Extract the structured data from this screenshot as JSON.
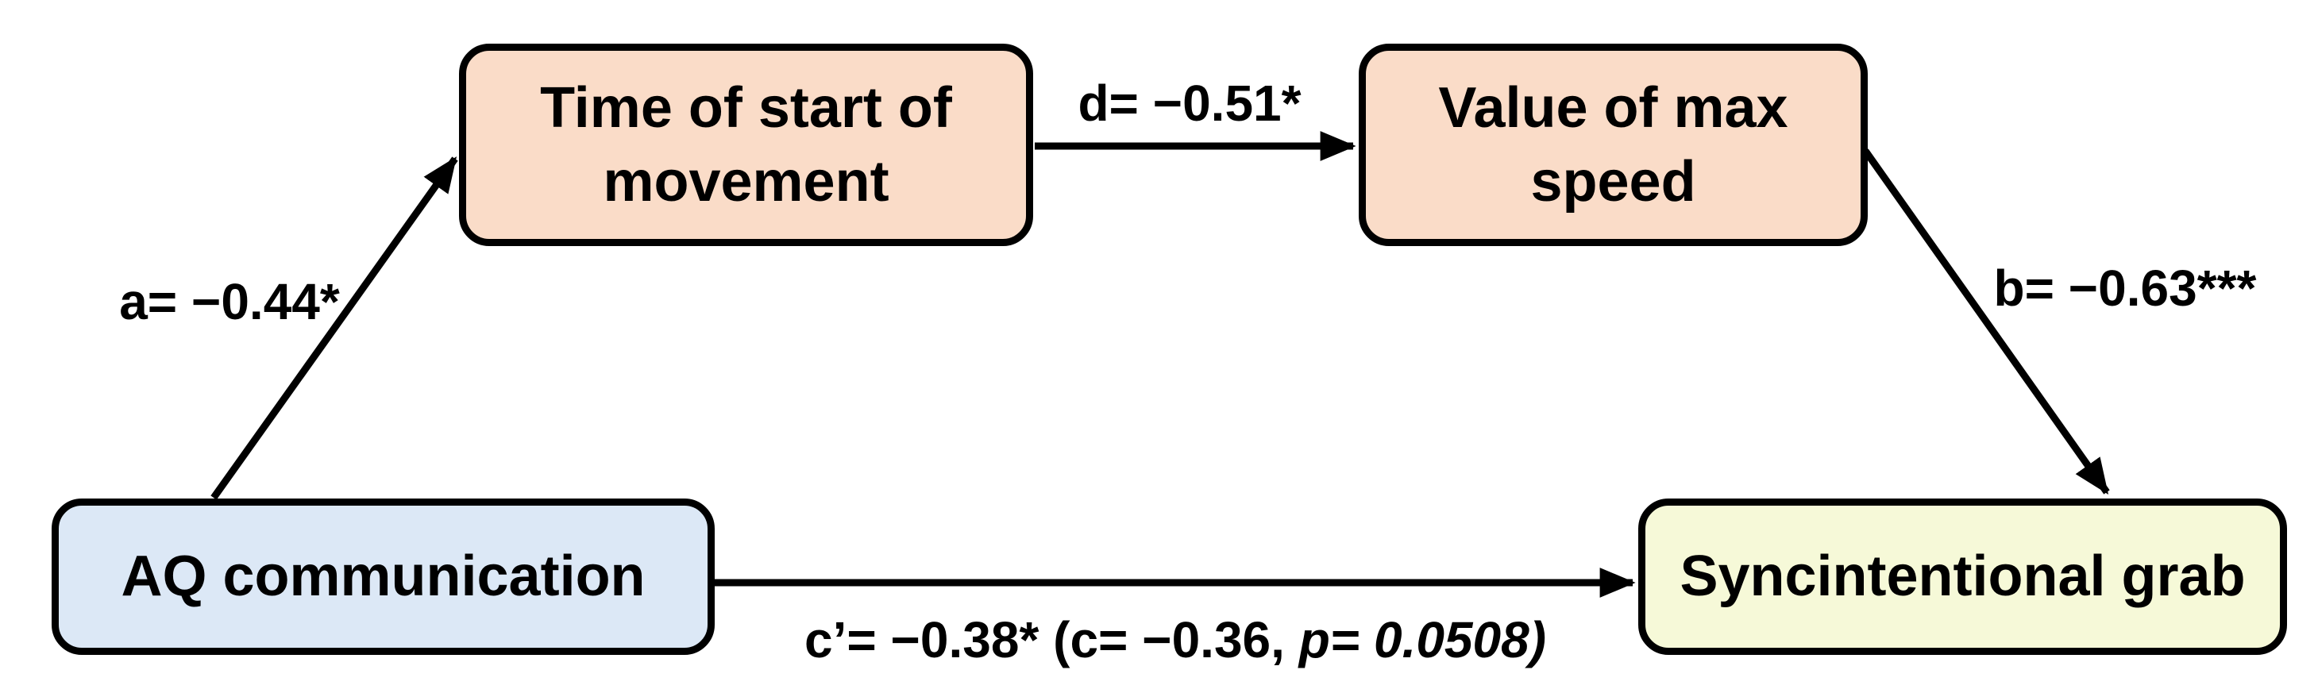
{
  "diagram": {
    "nodes": {
      "time_of_start_of_movement": {
        "label": "Time of start of movement",
        "fill": "#FADCC8"
      },
      "value_of_max_speed": {
        "label": "Value of max speed",
        "fill": "#FADCC8"
      },
      "aq_communication": {
        "label": "AQ communication",
        "fill": "#DCE8F6"
      },
      "syncintentional_grab": {
        "label": "Syncintentional grab",
        "fill": "#F6F9D8"
      }
    },
    "paths": {
      "a": {
        "label": "a= −0.44*"
      },
      "d": {
        "label": "d= −0.51*"
      },
      "b": {
        "label": "b= −0.63***"
      },
      "c_prime": {
        "label_main": "c’= −0.38* (c= −0.36, ",
        "label_italic": "p= 0.0508)"
      }
    },
    "colors": {
      "line": "#000000",
      "border": "#000000",
      "text": "#000000",
      "background": "#FFFFFF"
    }
  }
}
